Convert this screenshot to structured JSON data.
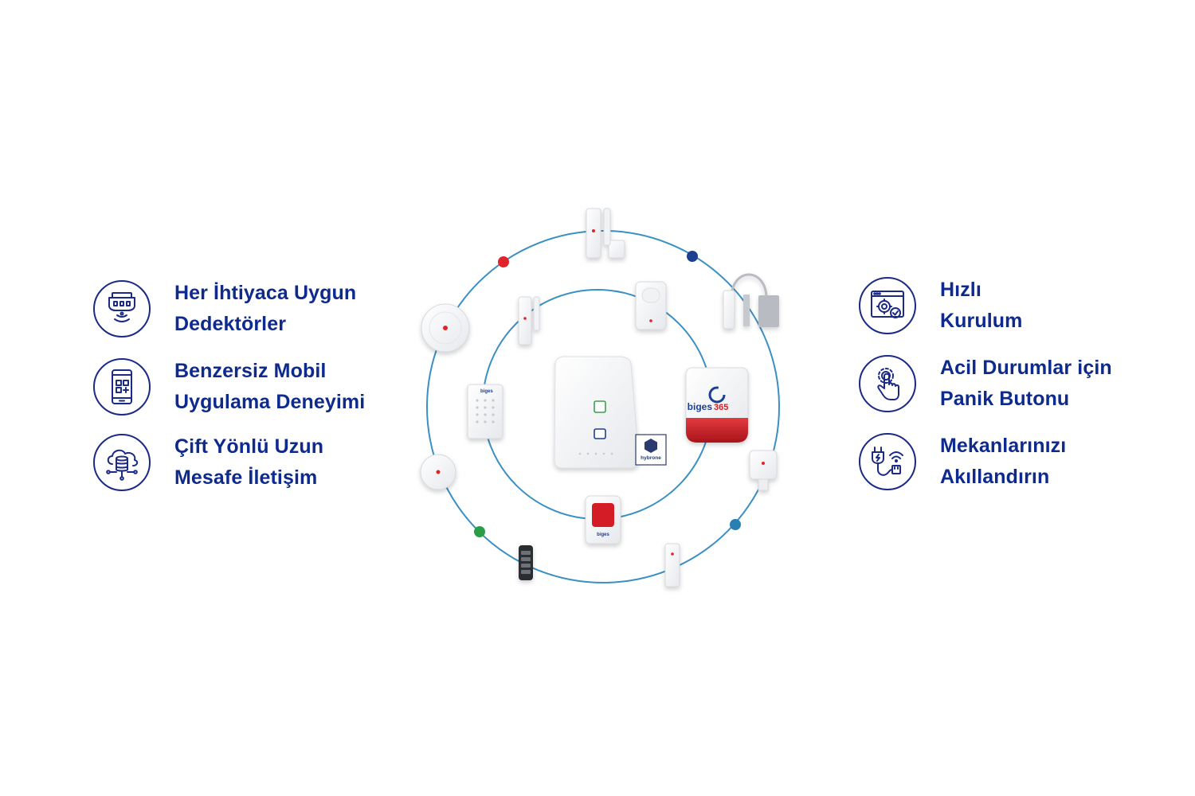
{
  "features_left": [
    {
      "icon": "smoke-detector-icon",
      "line1": "Her İhtiyaca Uygun",
      "line2": "Dedektörler"
    },
    {
      "icon": "mobile-app-icon",
      "line1": "Benzersiz Mobil",
      "line2": "Uygulama Deneyimi"
    },
    {
      "icon": "cloud-network-icon",
      "line1": "Çift Yönlü Uzun",
      "line2": "Mesafe İletişim"
    }
  ],
  "features_right": [
    {
      "icon": "quick-setup-icon",
      "line1": "Hızlı",
      "line2": "Kurulum"
    },
    {
      "icon": "panic-touch-icon",
      "line1": "Acil Durumlar için",
      "line2": "Panik Butonu"
    },
    {
      "icon": "smart-plug-icon",
      "line1": "Mekanlarınızı",
      "line2": "Akıllandırın"
    }
  ],
  "devices": {
    "siren_brand": "biges",
    "siren_brand_suffix": "365",
    "keypad_brand": "biges",
    "panic_brand": "biges",
    "badge_text": "hybrone"
  },
  "colors": {
    "heading_blue": "#0e2a8c",
    "icon_blue": "#1a2a86",
    "ring_blue": "#3a8fc3",
    "dot_red": "#e0242b",
    "dot_navy": "#1d3f8f",
    "dot_green": "#2a9e46",
    "dot_teal": "#2a7fb2",
    "siren_red": "#d41e26"
  }
}
